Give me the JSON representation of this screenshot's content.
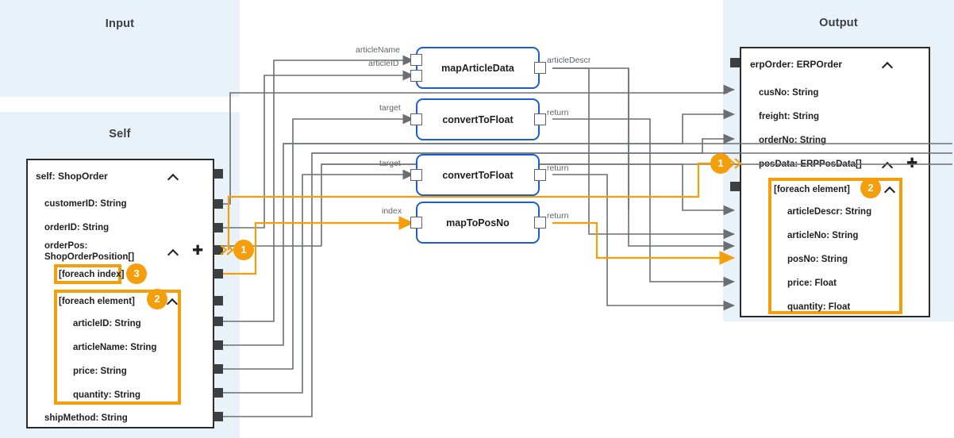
{
  "regions": {
    "input": {
      "title": "Input"
    },
    "self": {
      "title": "Self"
    },
    "output": {
      "title": "Output"
    }
  },
  "colors": {
    "panel_bg": "#e8f2f8",
    "accent_orange": "#f59e0b",
    "node_border_blue": "#1a5fd0",
    "wire_gray": "#6b6f73",
    "box_border": "#2b2b2b"
  },
  "self_schema": {
    "root": "self: ShopOrder",
    "fields": [
      {
        "label": "customerID: String"
      },
      {
        "label": "orderID: String"
      },
      {
        "label": "orderPos:"
      },
      {
        "label": "ShopOrderPosition[]"
      },
      {
        "label": "[foreach index]"
      },
      {
        "label": "[foreach element]"
      },
      {
        "label": "articleID: String"
      },
      {
        "label": "articleName: String"
      },
      {
        "label": "price: String"
      },
      {
        "label": "quantity: String"
      },
      {
        "label": "shipMethod: String"
      }
    ],
    "badges": [
      {
        "num": "1"
      },
      {
        "num": "3"
      },
      {
        "num": "2"
      }
    ]
  },
  "output_schema": {
    "root": "erpOrder: ERPOrder",
    "fields": [
      {
        "label": "cusNo: String"
      },
      {
        "label": "freight: String"
      },
      {
        "label": "orderNo: String"
      },
      {
        "label": "posData: ERPPosData[]"
      },
      {
        "label": "[foreach element]"
      },
      {
        "label": "articleDescr: String"
      },
      {
        "label": "articleNo: String"
      },
      {
        "label": "posNo: String"
      },
      {
        "label": "price: Float"
      },
      {
        "label": "quantity: Float"
      }
    ],
    "badges": [
      {
        "num": "1"
      },
      {
        "num": "2"
      }
    ]
  },
  "function_nodes": [
    {
      "name": "mapArticleData",
      "inputs": [
        "articleName",
        "articleID"
      ],
      "outputs": [
        "articleDescr"
      ]
    },
    {
      "name": "convertToFloat",
      "inputs": [
        "target"
      ],
      "outputs": [
        "return"
      ]
    },
    {
      "name": "convertToFloat",
      "inputs": [
        "target"
      ],
      "outputs": [
        "return"
      ]
    },
    {
      "name": "mapToPosNo",
      "inputs": [
        "index"
      ],
      "outputs": [
        "return"
      ]
    }
  ]
}
